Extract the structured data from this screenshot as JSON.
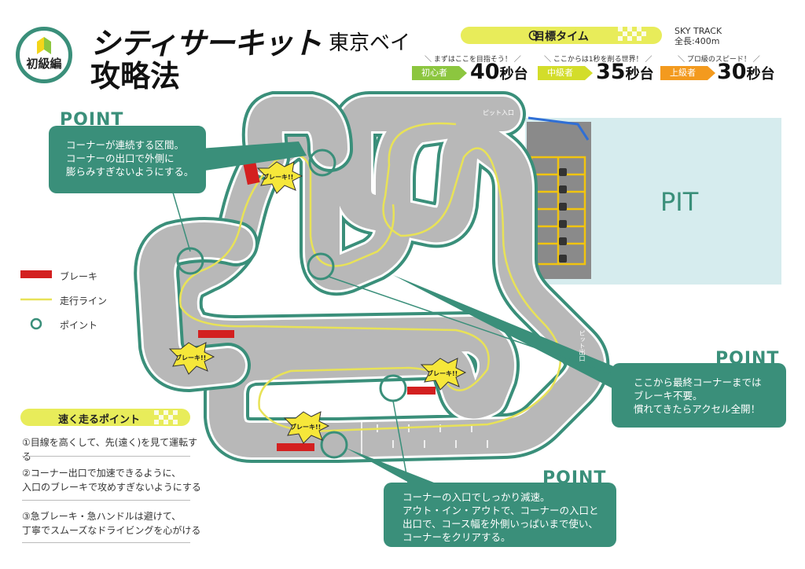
{
  "header": {
    "level_badge": "初級編",
    "title": "シティサーキット",
    "title_sub": "東京ベイ",
    "subtitle": "攻略法"
  },
  "target": {
    "title": "目標タイム",
    "track_name": "SKY TRACK",
    "track_length": "全長:400m",
    "levels": [
      {
        "note": "＼ まずはここを目指そう！ ／",
        "label": "初心者",
        "time": "40",
        "unit": "秒台",
        "color": "#8cc63f"
      },
      {
        "note": "＼ ここからは1秒を削る世界！ ／",
        "label": "中級者",
        "time": "35",
        "unit": "秒台",
        "color": "#d3dd2a"
      },
      {
        "note": "＼ プロ級のスピード！ ／",
        "label": "上級者",
        "time": "30",
        "unit": "秒台",
        "color": "#f39a1e"
      }
    ]
  },
  "legend": {
    "brake": "ブレーキ",
    "line": "走行ライン",
    "point": "ポイント"
  },
  "tips": {
    "title": "速く走るポイント",
    "items": [
      "①目線を高くして、先(遠く)を見て運転する",
      "②コーナー出口で加速できるように、",
      "入口のブレーキで攻めすぎないようにする",
      "③急ブレーキ・急ハンドルは避けて、",
      "丁寧でスムーズなドライビングを心がける"
    ]
  },
  "callouts": {
    "point_label": "POINT",
    "c1": [
      "コーナーが連続する区間。",
      "コーナーの出口で外側に",
      "膨らみすぎないようにする。"
    ],
    "c2": [
      "ここから最終コーナーまでは",
      "ブレーキ不要。",
      "慣れてきたらアクセル全開！"
    ],
    "c3": [
      "コーナーの入口でしっかり減速。",
      "アウト・イン・アウトで、コーナーの入口と",
      "出口で、コース幅を外側いっぱいまで使い、",
      "コーナーをクリアする。"
    ]
  },
  "map": {
    "brake_bubble": "ブレーキ!!",
    "pit": "PIT",
    "pit_in": "ピット入口",
    "pit_out": "ピット出口"
  },
  "colors": {
    "accent_green": "#3a8f7a",
    "yellow": "#e8ec5a",
    "track_gray": "#b8b8b8",
    "pit_area": "#d6ecee",
    "brake_red": "#d32020"
  }
}
